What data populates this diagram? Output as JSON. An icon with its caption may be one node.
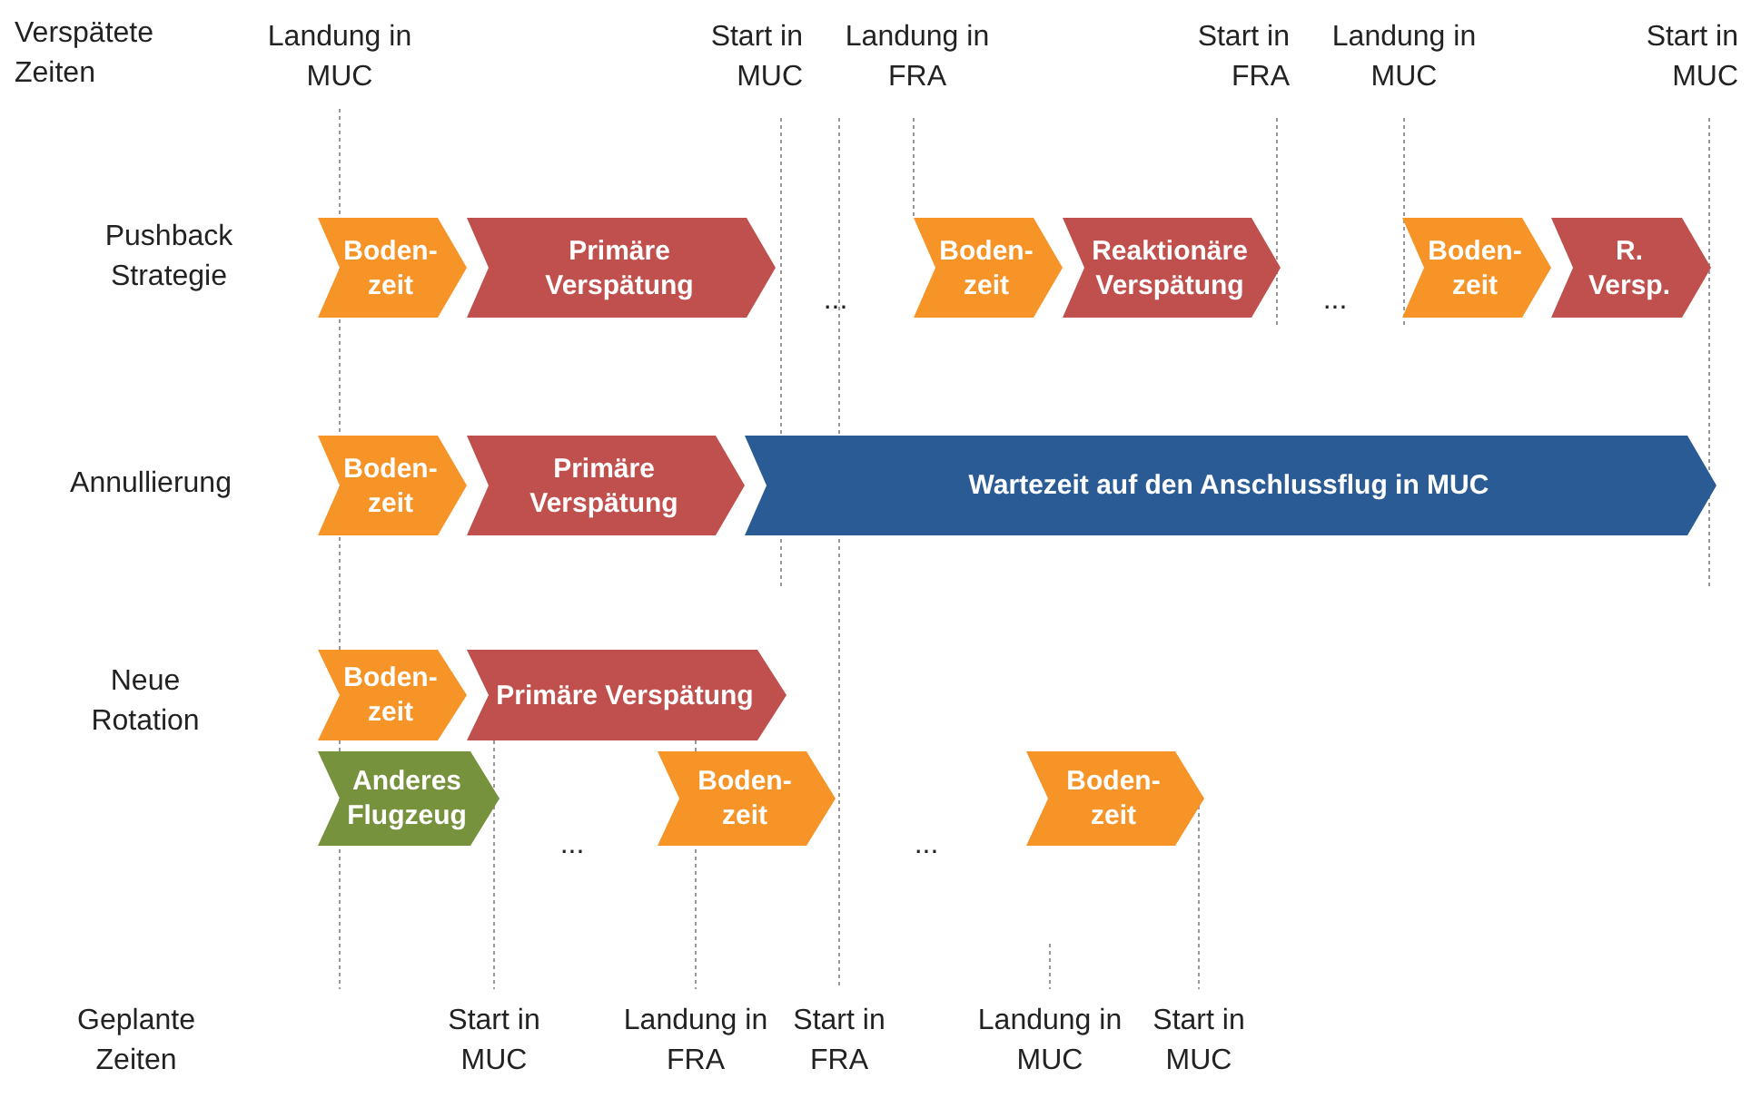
{
  "diagram": {
    "nodes": [
      {
        "text": [
          "Boden- zeit"
        ]
      },
      {
        "text": [
          "Primäre Verspätung"
        ]
      },
      {
        "text": [
          "Boden- zeit"
        ]
      },
      {
        "text": [
          "Reaktionäre Verspätung"
        ]
      },
      {
        "text": [
          "Boden- zeit"
        ]
      },
      {
        "text": [
          "R. Versp."
        ]
      },
      {
        "text": [
          "Boden- zeit"
        ]
      },
      {
        "text": [
          "Primäre Verspätung"
        ]
      },
      {
        "text": [
          "Wartezeit  auf den Anschlussflug in MUC"
        ]
      },
      {
        "text": [
          "Boden- zeit"
        ]
      },
      {
        "text": [
          "Primäre Verspätung"
        ]
      },
      {
        "text": [
          "Anderes Flugzeug"
        ]
      },
      {
        "text": [
          "Boden- zeit"
        ]
      },
      {
        "text": [
          "Boden- zeit"
        ]
      }
    ],
    "edges": [],
    "labels": [
      "Verspätete Zeiten",
      "Landung in MUC",
      "Start in MUC",
      "Landung in FRA",
      "Start in FRA",
      "Landung in MUC",
      "Start in MUC",
      "Pushback Strategie",
      "...",
      "...",
      "Annullierung",
      "Neue Rotation",
      "...",
      "...",
      "Geplante Zeiten",
      "Start in MUC",
      "Landung in FRA",
      "Start in FRA",
      "Landung in MUC",
      "Start in MUC"
    ]
  }
}
